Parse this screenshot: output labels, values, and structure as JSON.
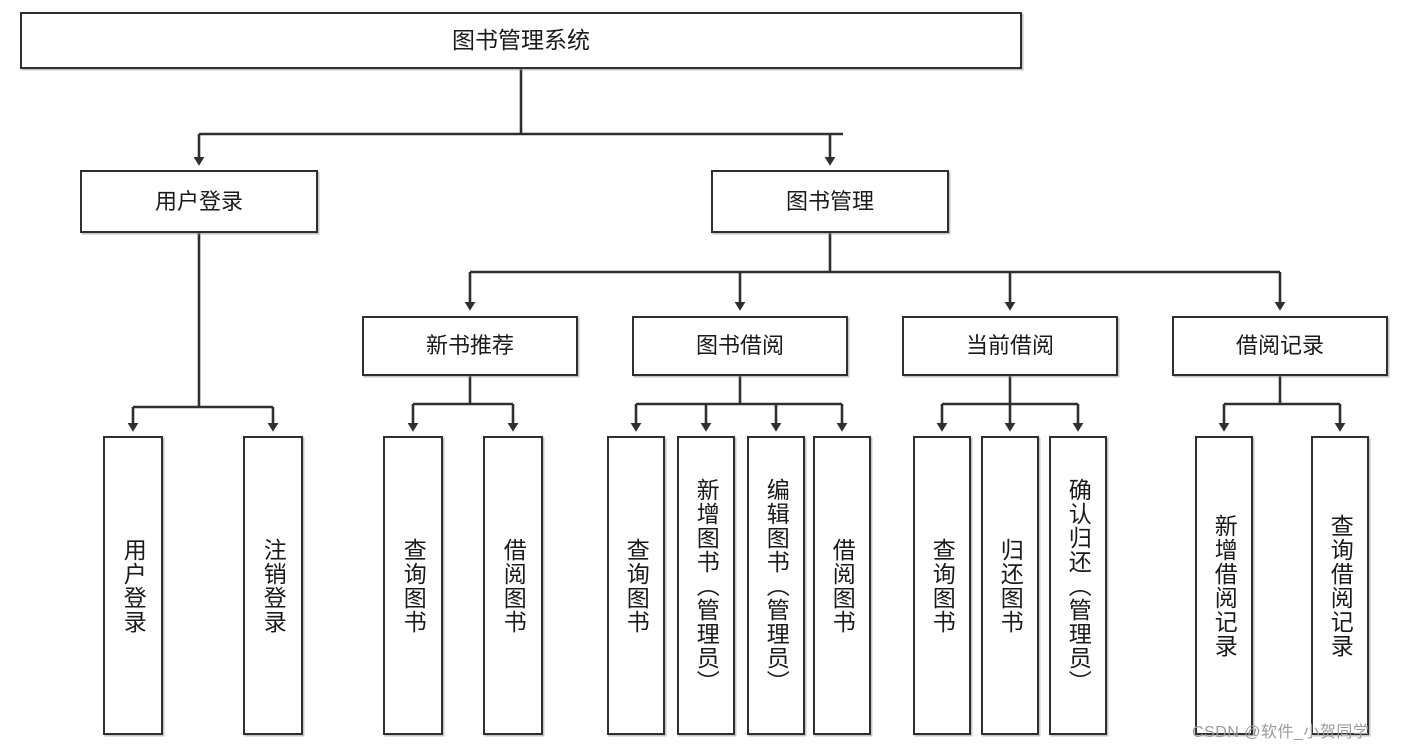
{
  "diagram": {
    "title": "图书管理系统",
    "type": "hierarchy-tree",
    "levels": 4,
    "root": {
      "id": "root",
      "label": "图书管理系统",
      "orientation": "horizontal"
    },
    "level2": [
      {
        "id": "user-login",
        "label": "用户登录",
        "orientation": "horizontal"
      },
      {
        "id": "book-management",
        "label": "图书管理",
        "orientation": "horizontal"
      }
    ],
    "level3": [
      {
        "id": "new-book-recommend",
        "label": "新书推荐",
        "orientation": "horizontal",
        "parent": "book-management"
      },
      {
        "id": "book-borrow",
        "label": "图书借阅",
        "orientation": "horizontal",
        "parent": "book-management"
      },
      {
        "id": "current-borrow",
        "label": "当前借阅",
        "orientation": "horizontal",
        "parent": "book-management"
      },
      {
        "id": "borrow-record",
        "label": "借阅记录",
        "orientation": "horizontal",
        "parent": "book-management"
      }
    ],
    "leaves": [
      {
        "id": "leaf-user-login",
        "label": "用户登录",
        "parent": "user-login",
        "orientation": "vertical"
      },
      {
        "id": "leaf-logout-login",
        "label": "注销登录",
        "parent": "user-login",
        "orientation": "vertical"
      },
      {
        "id": "leaf-query-book-1",
        "label": "查询图书",
        "parent": "new-book-recommend",
        "orientation": "vertical"
      },
      {
        "id": "leaf-borrow-book-1",
        "label": "借阅图书",
        "parent": "new-book-recommend",
        "orientation": "vertical"
      },
      {
        "id": "leaf-query-book-2",
        "label": "查询图书",
        "parent": "book-borrow",
        "orientation": "vertical"
      },
      {
        "id": "leaf-add-book",
        "label": "新增图书（管理员）",
        "parent": "book-borrow",
        "orientation": "vertical"
      },
      {
        "id": "leaf-edit-book",
        "label": "编辑图书（管理员）",
        "parent": "book-borrow",
        "orientation": "vertical"
      },
      {
        "id": "leaf-borrow-book-2",
        "label": "借阅图书",
        "parent": "book-borrow",
        "orientation": "vertical"
      },
      {
        "id": "leaf-query-book-3",
        "label": "查询图书",
        "parent": "current-borrow",
        "orientation": "vertical"
      },
      {
        "id": "leaf-return-book",
        "label": "归还图书",
        "parent": "current-borrow",
        "orientation": "vertical"
      },
      {
        "id": "leaf-confirm-return",
        "label": "确认归还（管理员）",
        "parent": "current-borrow",
        "orientation": "vertical"
      },
      {
        "id": "leaf-add-record",
        "label": "新增借阅记录",
        "parent": "borrow-record",
        "orientation": "vertical"
      },
      {
        "id": "leaf-query-record",
        "label": "查询借阅记录",
        "parent": "borrow-record",
        "orientation": "vertical"
      }
    ]
  },
  "watermark": {
    "text": "CSDN @软件_小贺同学"
  },
  "colors": {
    "border": "#2f2f2f",
    "background": "#ffffff",
    "text": "#1a1a1a",
    "edge": "#2f2f2f",
    "watermark": "#9b9b9b"
  }
}
